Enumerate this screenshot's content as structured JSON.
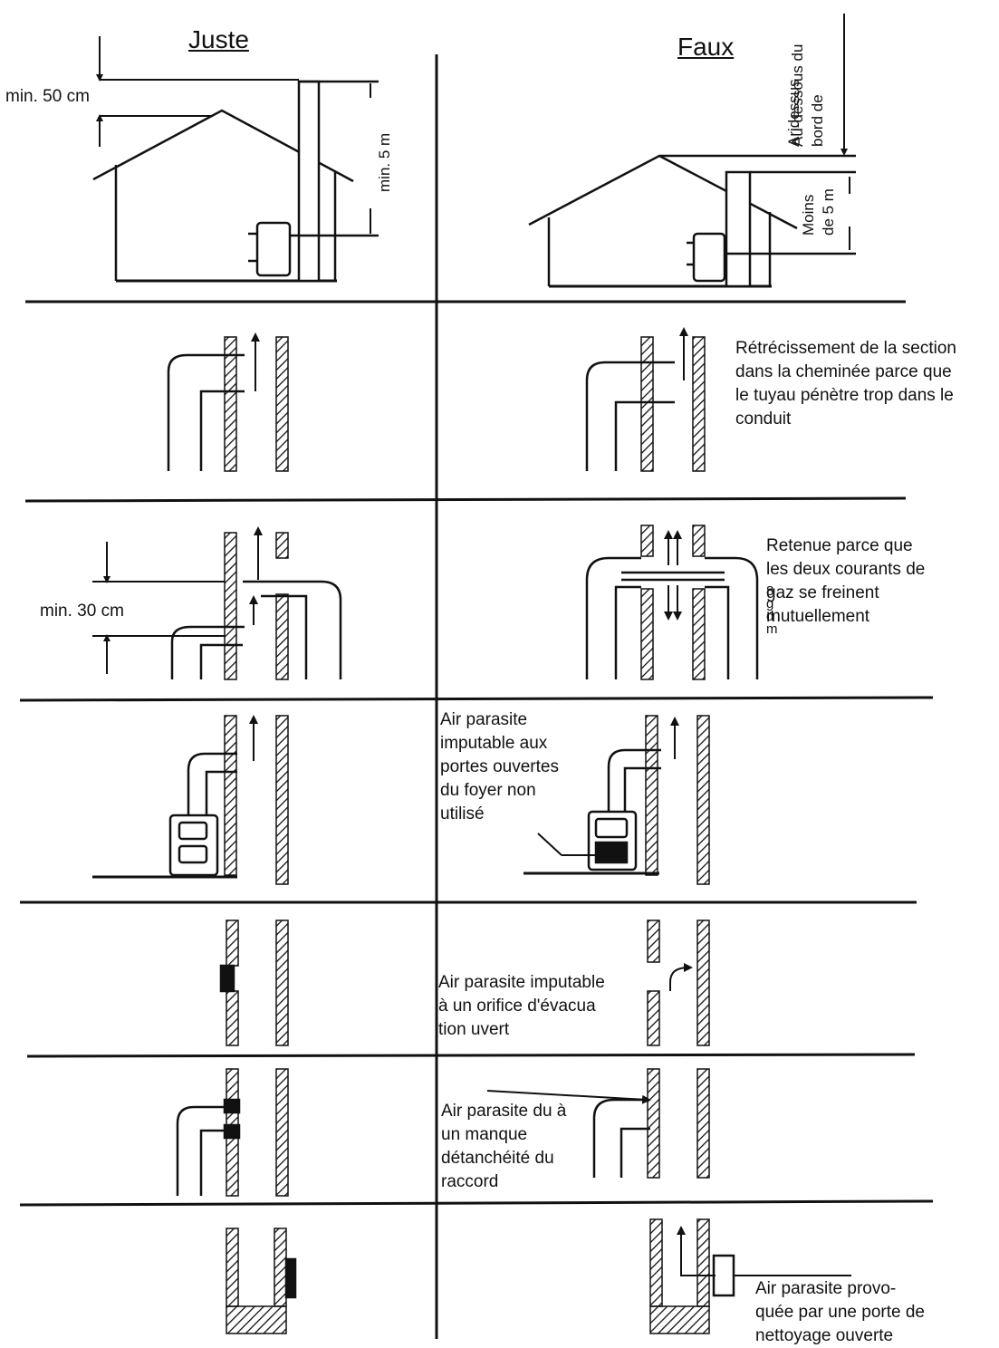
{
  "headers": {
    "correct": "Juste",
    "wrong": "Faux"
  },
  "rows": {
    "house": {
      "correct_labels": {
        "ridge_clearance": "min. 50 cm",
        "chimney_height": "min. 5 m"
      },
      "wrong_labels": {
        "below_edge": [
          "Au-dessous du",
          "bord de"
        ],
        "below_edge_overlay": "Aridessus",
        "height": [
          "Moins",
          "de 5 m"
        ]
      }
    },
    "narrowing": {
      "wrong_caption": [
        "Rétrécissement de la section",
        "dans la cheminée parce que",
        "le tuyau pénètre trop dans le",
        "conduit"
      ]
    },
    "opposing": {
      "correct_label": "min. 30 cm",
      "wrong_caption": [
        "Retenue parce que",
        "les deux courants de",
        "gaz se freinent",
        "mutuellement"
      ],
      "wrong_caption_overlay": [
        "8",
        "g",
        "d",
        "m"
      ]
    },
    "stove": {
      "wrong_caption": [
        "Air parasite",
        "imputable aux",
        "portes ouvertes",
        "du foyer non",
        "utilisé"
      ]
    },
    "orifice": {
      "wrong_caption": [
        "Air parasite imputable",
        "à un orifice d'évacua",
        "tion uvert"
      ]
    },
    "joint": {
      "wrong_caption": [
        "Air parasite du à",
        "un manque",
        "détanchéité du",
        "raccord"
      ]
    },
    "cleanout": {
      "wrong_caption": [
        "Air parasite provo-",
        "quée par une porte de",
        "nettoyage ouverte"
      ]
    }
  },
  "colors": {
    "ink": "#111111",
    "paper": "#ffffff"
  }
}
